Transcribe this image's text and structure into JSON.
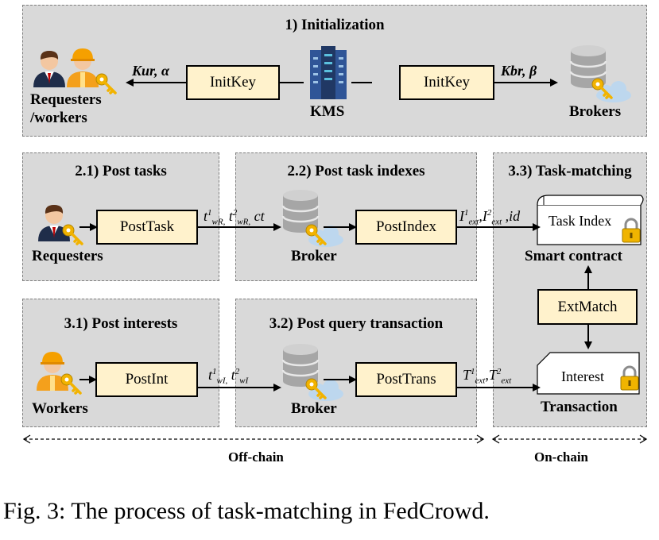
{
  "init": {
    "title": "1) Initialization",
    "left_func": "InitKey",
    "right_func": "InitKey",
    "kms_label": "KMS",
    "left_entity": [
      "Requesters",
      "/workers"
    ],
    "right_entity": "Brokers",
    "left_params": "Kur, α",
    "right_params": "Kbr, β"
  },
  "post_tasks": {
    "title": "2.1) Post tasks",
    "func": "PostTask",
    "entity": "Requesters"
  },
  "post_index": {
    "title": "2.2) Post task indexes",
    "func": "PostIndex",
    "entity": "Broker"
  },
  "task_match": {
    "title": "3.3)  Task-matching",
    "task_index": "Task Index",
    "smart_contract": "Smart contract",
    "func": "ExtMatch",
    "interest": "Interest",
    "transaction": "Transaction"
  },
  "post_interests": {
    "title": "3.1) Post interests",
    "func": "PostInt",
    "entity": "Workers"
  },
  "post_query": {
    "title": "3.2) Post query transaction",
    "func": "PostTrans",
    "entity": "Broker"
  },
  "arrows": {
    "task_to_index": {
      "base1": "t",
      "sup1": "1",
      "sub1": "wR,",
      "base2": " t",
      "sup2": "2",
      "sub2": "wR,",
      "tail": " ct"
    },
    "index_to_contract": {
      "base1": "I",
      "sup1": "1",
      "sub1": "ext",
      "base2": ",I",
      "sup2": "2",
      "sub2": "ext",
      "tail": " ,id"
    },
    "int_to_trans": {
      "base1": "t",
      "sup1": "1",
      "sub1": "wI,",
      "base2": " t",
      "sup2": "2",
      "sub2": "wI",
      "tail": ""
    },
    "trans_to_tx": {
      "base1": "T",
      "sup1": "1",
      "sub1": "ext",
      "base2": ",T",
      "sup2": "2",
      "sub2": "ext",
      "tail": ""
    }
  },
  "axis": {
    "off_chain": "Off-chain",
    "on_chain": "On-chain"
  },
  "caption": "Fig. 3: The process of task-matching in FedCrowd.",
  "colors": {
    "panel": "#d9d9d9",
    "func_fill": "#fff2cc",
    "cloud": "#bdd7ee",
    "key": "#f2b300",
    "lock": "#f0b400"
  }
}
